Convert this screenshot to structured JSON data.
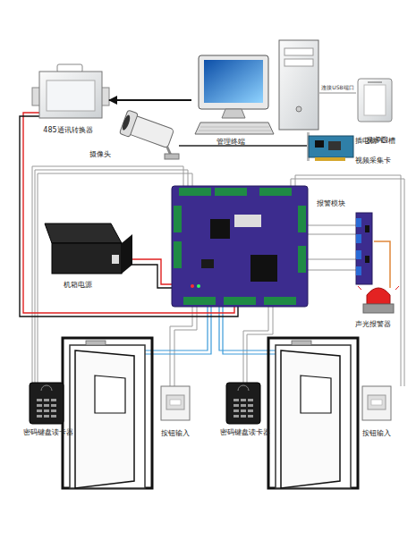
{
  "diagram": {
    "nodes": [
      {
        "text": [
          "485通讯转换器"
        ]
      },
      {
        "text": [
          "管理终端"
        ]
      },
      {
        "text": [
          "发卡器"
        ]
      },
      {
        "text": [
          "摄像头"
        ]
      },
      {
        "text": [
          "插电脑PCI槽",
          "视频采集卡"
        ]
      },
      {
        "text": [
          "报警模块"
        ]
      },
      {
        "text": [
          "机箱电源"
        ]
      },
      {
        "text": [
          "声光报警器"
        ]
      },
      {
        "text": [
          "密码键盘读卡器"
        ]
      },
      {
        "text": [
          "按钮输入"
        ]
      },
      {
        "text": [
          "密码键盘读卡器"
        ]
      },
      {
        "text": [
          "按钮输入"
        ]
      }
    ],
    "edges": [
      {
        "from": 1,
        "to": 0,
        "arrow": "to"
      },
      {
        "from": 1,
        "to": 2,
        "label": "连接USB端口",
        "arrow": "none"
      },
      {
        "from": 3,
        "to": 4,
        "arrow": "none"
      },
      {
        "from": 5,
        "to": 7,
        "arrow": "none"
      }
    ]
  }
}
